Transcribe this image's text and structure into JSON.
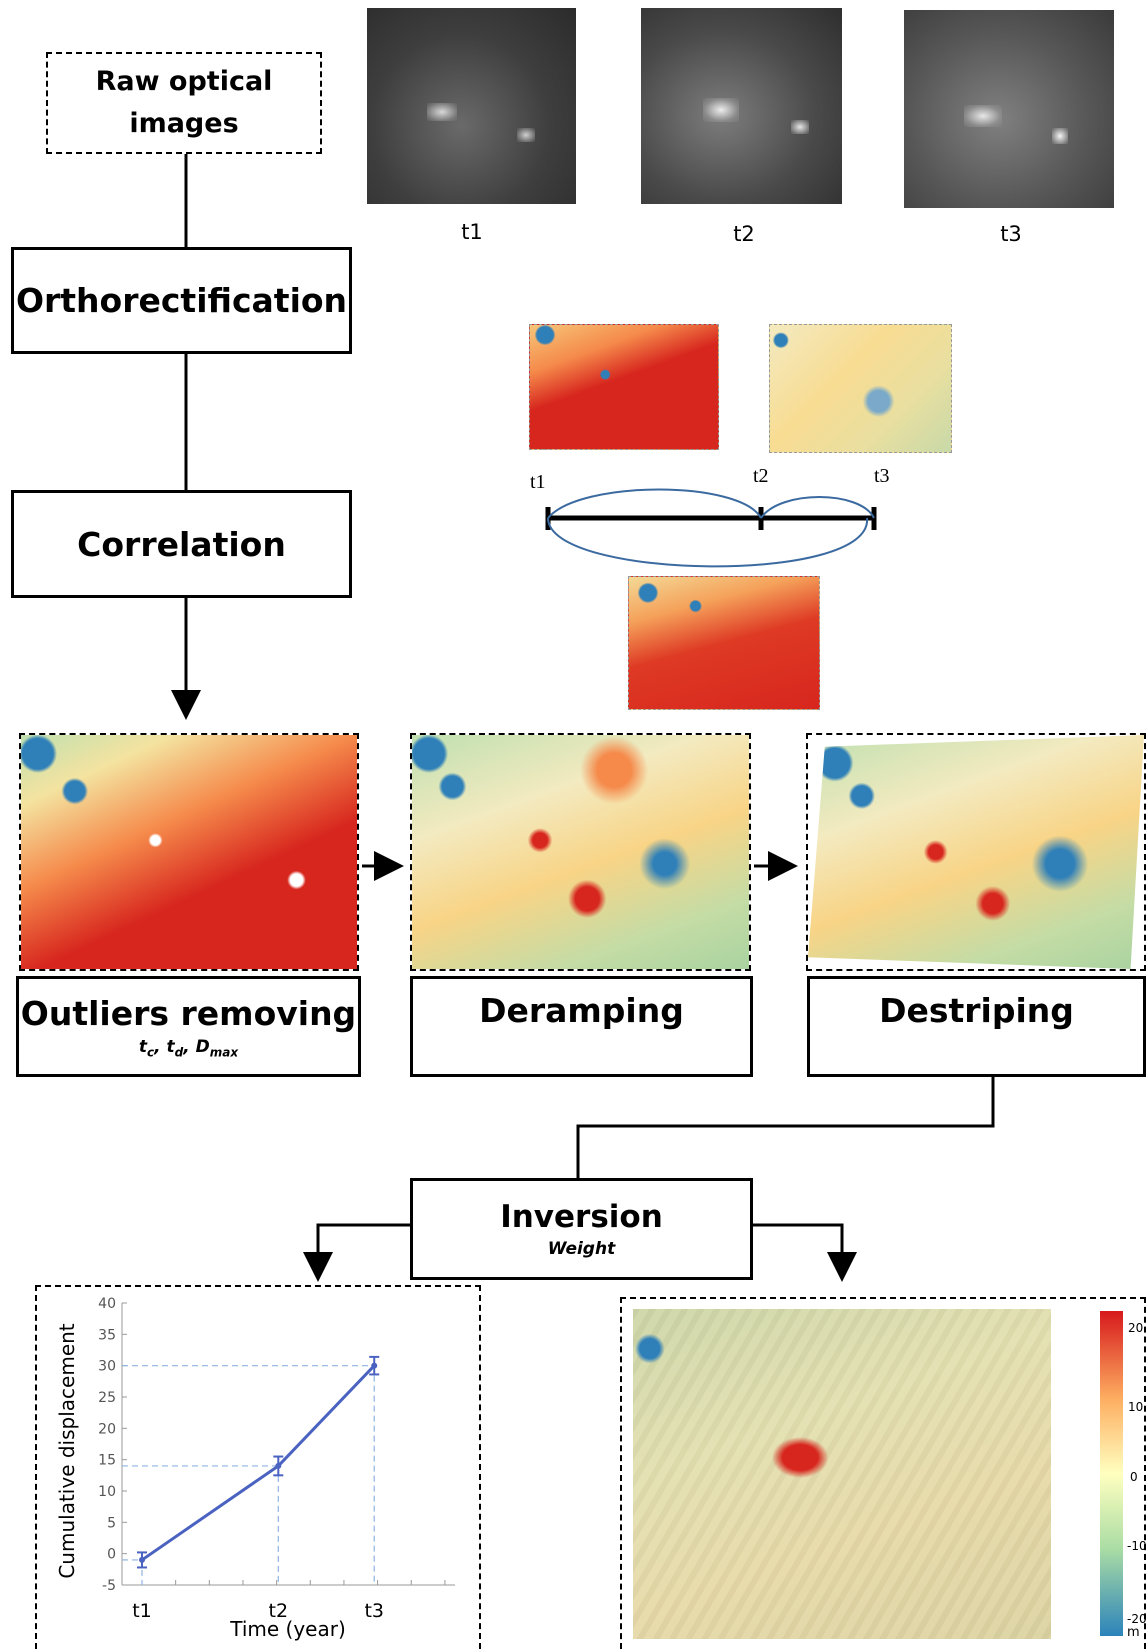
{
  "steps": {
    "raw": "Raw optical images",
    "ortho": "Orthorectification",
    "corr": "Correlation",
    "outliers": "Outliers removing",
    "outliers_params": [
      "t",
      "c",
      ", t",
      "d",
      ", D",
      "max"
    ],
    "deramp": "Deramping",
    "destripe": "Destriping",
    "inversion": "Inversion",
    "inversion_param": "Weight"
  },
  "optical_labels": [
    "t1",
    "t2",
    "t3"
  ],
  "timeline_labels": [
    "t1",
    "t2",
    "t3"
  ],
  "chart_data": {
    "type": "line",
    "xlabel": "Time (year)",
    "ylabel": "Cumulative displacement",
    "categories": [
      "t1",
      "t2",
      "t3"
    ],
    "x": [
      0,
      1.35,
      2.3
    ],
    "values": [
      -1,
      14,
      30
    ],
    "error": [
      1.2,
      1.5,
      1.4
    ],
    "ylim": [
      -5,
      40
    ],
    "yticks": [
      -5,
      0,
      5,
      10,
      15,
      20,
      25,
      30,
      35,
      40
    ],
    "grid": false,
    "guide_lines": true
  },
  "colorbar": {
    "ticks": [
      "20",
      "10",
      "0",
      "-10",
      "-20"
    ],
    "unit": "m",
    "colors": [
      "#d7191c",
      "#fdae61",
      "#ffffbf",
      "#abdda4",
      "#2b83ba"
    ]
  },
  "palette": {
    "red": "#d7261e",
    "orange": "#f58a4b",
    "yellow": "#fae49a",
    "cream": "#f3eac0",
    "green": "#a9d3a0",
    "blue": "#2f7fb8",
    "line_blue": "#4a62c0",
    "guide": "#8fb3e3"
  }
}
